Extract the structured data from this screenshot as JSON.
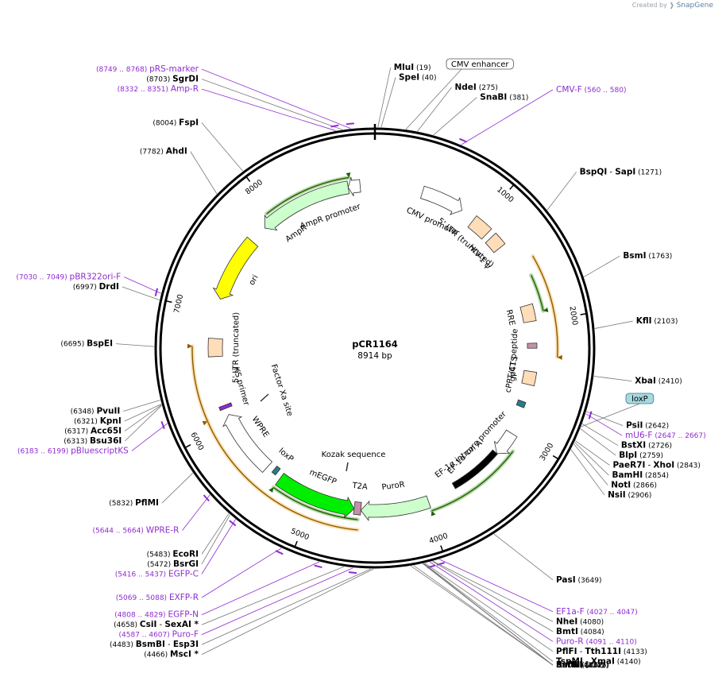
{
  "credit": {
    "prefix": "Created by",
    "brand": "SnapGene"
  },
  "plasmid": {
    "name": "pCR1164",
    "length_label": "8914 bp",
    "length": 8914
  },
  "colors": {
    "enzyme": "#000000",
    "primer": "#8f2bd1",
    "orange_arrow": "#f5a623",
    "green_arrow": "#2f8f00",
    "ampr_fill": "#ccffcc",
    "ori_fill": "#ffff00",
    "ltr_fill": "#ffddb8",
    "mEGFP_fill": "#00ee00",
    "puro_fill": "#ccffcc",
    "ext_bg": "#e3e8ee"
  },
  "ticks": [
    {
      "bp": 1000,
      "label": "1000"
    },
    {
      "bp": 2000,
      "label": "2000"
    },
    {
      "bp": 3000,
      "label": "3000"
    },
    {
      "bp": 4000,
      "label": "4000"
    },
    {
      "bp": 5000,
      "label": "5000"
    },
    {
      "bp": 6000,
      "label": "6000"
    },
    {
      "bp": 7000,
      "label": "7000"
    },
    {
      "bp": 8000,
      "label": "8000"
    }
  ],
  "features": [
    {
      "name": "CMV promoter",
      "start": 420,
      "end": 800,
      "shape": "arrow-cw",
      "fill": "#ffffff",
      "r_in": 197,
      "r_out": 213
    },
    {
      "name": "5' LTR (truncated)",
      "start": 930,
      "end": 1100,
      "shape": "box",
      "fill": "#ffddb8",
      "r_in": 192,
      "r_out": 210
    },
    {
      "name": "HIV-1 ψ",
      "start": 1150,
      "end": 1270,
      "shape": "box",
      "fill": "#ffddb8",
      "r_in": 192,
      "r_out": 210
    },
    {
      "name": "RRE",
      "start": 1840,
      "end": 1990,
      "shape": "box",
      "fill": "#ffddb8",
      "r_in": 190,
      "r_out": 206
    },
    {
      "name": "gp41 peptide",
      "start": 2185,
      "end": 2230,
      "shape": "pent",
      "fill": "#c490a8",
      "r_in": 192,
      "r_out": 204
    },
    {
      "name": "cPPT/CTS",
      "start": 2440,
      "end": 2560,
      "shape": "box",
      "fill": "#ffddb8",
      "r_in": 190,
      "r_out": 206
    },
    {
      "name": "loxP",
      "start": 2720,
      "end": 2770,
      "shape": "pent",
      "fill": "#2b7a8a",
      "r_in": 192,
      "r_out": 202
    },
    {
      "name": "EF-1α core promoter",
      "start": 3020,
      "end": 3240,
      "shape": "arrow-cw",
      "fill": "#ffffff",
      "r_in": 195,
      "r_out": 211
    },
    {
      "name": "EF-1α intron A",
      "start": 3240,
      "end": 3720,
      "shape": "black",
      "fill": "#000000",
      "r_in": 196,
      "r_out": 204
    },
    {
      "name": "PuroR",
      "start": 3980,
      "end": 4580,
      "shape": "arrow-cw",
      "fill": "#ccffcc",
      "r_in": 197,
      "r_out": 213
    },
    {
      "name": "T2A",
      "start": 4580,
      "end": 4640,
      "shape": "box",
      "fill": "#c490a8",
      "r_in": 195,
      "r_out": 211
    },
    {
      "name": "mEGFP",
      "start": 4640,
      "end": 5350,
      "shape": "arrow-ccw",
      "fill": "#00ee00",
      "r_in": 195,
      "r_out": 213
    },
    {
      "name": "loxP",
      "start": 5400,
      "end": 5440,
      "shape": "pent",
      "fill": "#2b7a8a",
      "r_in": 193,
      "r_out": 203
    },
    {
      "name": "WPRE",
      "start": 5500,
      "end": 6080,
      "shape": "arrow-cw",
      "fill": "#ffffff",
      "r_in": 193,
      "r_out": 211
    },
    {
      "name": "KS primer",
      "start": 6140,
      "end": 6170,
      "shape": "box",
      "fill": "#8f2bd1",
      "r_in": 194,
      "r_out": 210
    },
    {
      "name": "5' LTR (truncated)",
      "start": 6610,
      "end": 6770,
      "shape": "box",
      "fill": "#ffddb8",
      "r_in": 192,
      "r_out": 210
    },
    {
      "name": "ori",
      "start": 7120,
      "end": 7700,
      "shape": "arrow-ccw",
      "fill": "#ffff00",
      "r_in": 195,
      "r_out": 213
    },
    {
      "name": "AmpR",
      "start": 7860,
      "end": 8680,
      "shape": "arrow-ccw",
      "fill": "#ccffcc",
      "r_in": 197,
      "r_out": 213
    },
    {
      "name": "AmpR promoter",
      "start": 8680,
      "end": 8785,
      "shape": "arrow-ccw",
      "fill": "#ffffff",
      "r_in": 197,
      "r_out": 213
    }
  ],
  "inner_labels": [
    {
      "text": "CMV promoter",
      "bp": 610
    },
    {
      "text": "5' LTR (truncated)",
      "bp": 1010
    },
    {
      "text": "HIV-1 ψ",
      "bp": 1210
    },
    {
      "text": "RRE",
      "bp": 1915
    },
    {
      "text": "gp41 peptide",
      "bp": 2300
    },
    {
      "text": "cPPT/CTS",
      "bp": 2500
    },
    {
      "text": "EF-1α core promoter",
      "bp": 3290
    },
    {
      "text": "EF-1α intron A",
      "bp": 3540
    },
    {
      "text": "PuroR",
      "bp": 4270
    },
    {
      "text": "T2A",
      "bp": 4610
    },
    {
      "text": "mEGFP",
      "bp": 5000
    },
    {
      "text": "loxP",
      "bp": 5440
    },
    {
      "text": "WPRE",
      "bp": 5830
    },
    {
      "text": "KS primer",
      "bp": 6290
    },
    {
      "text": "5' LTR (truncated)",
      "bp": 6690
    },
    {
      "text": "ori",
      "bp": 7410
    },
    {
      "text": "AmpR",
      "bp": 8060
    },
    {
      "text": "AmpR promoter",
      "bp": 8450
    }
  ],
  "center_labels": [
    {
      "text": "Factor Xa site"
    },
    {
      "text": "Kozak sequence"
    }
  ],
  "annot_arcs": [
    {
      "start": 1480,
      "end": 2300,
      "color": "#f5a623",
      "r": 230
    },
    {
      "start": 1610,
      "end": 1920,
      "color": "#2f8f00",
      "r": 217
    },
    {
      "start": 3140,
      "end": 3980,
      "color": "#2f8f00",
      "r": 217
    },
    {
      "start": 4600,
      "end": 5350,
      "color": "#2f8f00",
      "r": 217
    },
    {
      "start": 4590,
      "end": 6100,
      "color": "#f5a623",
      "r": 230
    },
    {
      "start": 6100,
      "end": 6700,
      "color": "#f5a623",
      "r": 230
    },
    {
      "start": 7950,
      "end": 8700,
      "color": "#2f8f00",
      "r": 217
    }
  ],
  "enzyme_labels": [
    {
      "name": "MluI",
      "pos": "(19)",
      "bp": 19,
      "side": "top"
    },
    {
      "name": "SpeI",
      "pos": "(40)",
      "bp": 40,
      "side": "top"
    },
    {
      "name": "NdeI",
      "pos": "(275)",
      "bp": 275,
      "side": "top"
    },
    {
      "name": "SnaBI",
      "pos": "(381)",
      "bp": 381,
      "side": "top"
    },
    {
      "name": "BspQI",
      "name2": "SapI",
      "pos": "(1271)",
      "bp": 1271,
      "side": "right"
    },
    {
      "name": "BsmI",
      "pos": "(1763)",
      "bp": 1763,
      "side": "right"
    },
    {
      "name": "KflI",
      "pos": "(2103)",
      "bp": 2103,
      "side": "right"
    },
    {
      "name": "XbaI",
      "pos": "(2410)",
      "bp": 2410,
      "side": "right"
    },
    {
      "name": "PsiI",
      "pos": "(2642)",
      "bp": 2642,
      "side": "right"
    },
    {
      "name": "BstXI",
      "pos": "(2726)",
      "bp": 2726,
      "side": "right"
    },
    {
      "name": "BlpI",
      "pos": "(2759)",
      "bp": 2759,
      "side": "right"
    },
    {
      "name": "PaeR7I",
      "name2": "XhoI",
      "pos": "(2843)",
      "bp": 2843,
      "side": "right"
    },
    {
      "name": "BamHI",
      "pos": "(2854)",
      "bp": 2854,
      "side": "right"
    },
    {
      "name": "NotI",
      "pos": "(2866)",
      "bp": 2866,
      "side": "right"
    },
    {
      "name": "NsiI",
      "pos": "(2906)",
      "bp": 2906,
      "side": "right"
    },
    {
      "name": "PasI",
      "pos": "(3649)",
      "bp": 3649,
      "side": "right"
    },
    {
      "name": "NheI",
      "pos": "(4080)",
      "bp": 4080,
      "side": "right"
    },
    {
      "name": "BmtI",
      "pos": "(4084)",
      "bp": 4084,
      "side": "right"
    },
    {
      "name": "PflFI",
      "name2": "Tth111I",
      "pos": "(4133)",
      "bp": 4133,
      "side": "right"
    },
    {
      "name": "TspMI",
      "name2": "XmaI",
      "pos": "(4140)",
      "bp": 4140,
      "side": "right"
    },
    {
      "name": "SmaI",
      "pos": "(4142)",
      "bp": 4142,
      "side": "right"
    },
    {
      "name": "BsiWI",
      "pos": "(4147)",
      "bp": 4147,
      "side": "right"
    },
    {
      "name": "RsrII",
      "pos": "(4207)",
      "bp": 4207,
      "side": "right"
    },
    {
      "name": "BstEII",
      "pos": "(4225)",
      "bp": 4225,
      "side": "right"
    },
    {
      "name": "MscI *",
      "pos": "(4466)",
      "bp": 4466,
      "side": "left"
    },
    {
      "name": "BsmBI",
      "name2": "Esp3I",
      "pos": "(4483)",
      "bp": 4483,
      "side": "left"
    },
    {
      "name": "CsiI",
      "name2": "SexAI *",
      "pos": "(4658)",
      "bp": 4658,
      "side": "left"
    },
    {
      "name": "BsrGI",
      "pos": "(5472)",
      "bp": 5472,
      "side": "left"
    },
    {
      "name": "EcoRI",
      "pos": "(5483)",
      "bp": 5483,
      "side": "left"
    },
    {
      "name": "PflMI",
      "pos": "(5832)",
      "bp": 5832,
      "side": "left"
    },
    {
      "name": "Bsu36I",
      "pos": "(6313)",
      "bp": 6313,
      "side": "left"
    },
    {
      "name": "Acc65I",
      "pos": "(6317)",
      "bp": 6317,
      "side": "left"
    },
    {
      "name": "KpnI",
      "pos": "(6321)",
      "bp": 6321,
      "side": "left"
    },
    {
      "name": "PvuII",
      "pos": "(6348)",
      "bp": 6348,
      "side": "left"
    },
    {
      "name": "BspEI",
      "pos": "(6695)",
      "bp": 6695,
      "side": "left"
    },
    {
      "name": "DrdI",
      "pos": "(6997)",
      "bp": 6997,
      "side": "left"
    },
    {
      "name": "AhdI",
      "pos": "(7782)",
      "bp": 7782,
      "side": "left"
    },
    {
      "name": "FspI",
      "pos": "(8004)",
      "bp": 8004,
      "side": "left"
    },
    {
      "name": "SgrDI",
      "pos": "(8703)",
      "bp": 8703,
      "side": "left"
    }
  ],
  "primer_labels": [
    {
      "name": "pRS-marker",
      "range": "(8749 .. 8768)",
      "bp": 8758,
      "side": "left"
    },
    {
      "name": "Amp-R",
      "range": "(8332 .. 8351)",
      "bp": 8660,
      "side": "left"
    },
    {
      "name": "CMV-F",
      "range": "(560 .. 580)",
      "bp": 570,
      "side": "right"
    },
    {
      "name": "mU6-F",
      "range": "(2647 .. 2667)",
      "bp": 2657,
      "side": "right"
    },
    {
      "name": "EF1a-F",
      "range": "(4027 .. 4047)",
      "bp": 4037,
      "side": "right"
    },
    {
      "name": "Puro-R",
      "range": "(4091 .. 4110)",
      "bp": 4100,
      "side": "right"
    },
    {
      "name": "Puro-F",
      "range": "(4587 .. 4607)",
      "bp": 4597,
      "side": "left"
    },
    {
      "name": "EGFP-N",
      "range": "(4808 .. 4829)",
      "bp": 4818,
      "side": "left"
    },
    {
      "name": "EXFP-R",
      "range": "(5069 .. 5088)",
      "bp": 5078,
      "side": "left"
    },
    {
      "name": "EGFP-C",
      "range": "(5416 .. 5437)",
      "bp": 5426,
      "side": "left"
    },
    {
      "name": "WPRE-R",
      "range": "(5644 .. 5664)",
      "bp": 5654,
      "side": "left"
    },
    {
      "name": "pBluescriptKS",
      "range": "(6183 .. 6199)",
      "bp": 6191,
      "side": "left"
    },
    {
      "name": "pBR322ori-F",
      "range": "(7030 .. 7049)",
      "bp": 7040,
      "side": "left"
    }
  ],
  "boxed_labels": [
    {
      "text": "CMV enhancer",
      "bp": 200,
      "style": "plain"
    },
    {
      "text": "loxP",
      "bp": 2745,
      "style": "teal"
    }
  ]
}
